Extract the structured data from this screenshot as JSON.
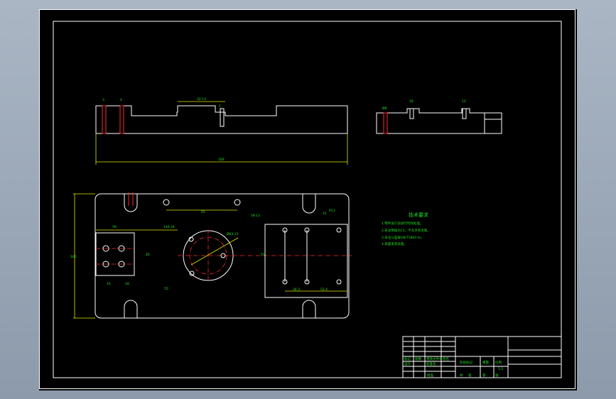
{
  "drawing": {
    "tech_title": "技术要求",
    "tech_notes": [
      "1.零件加工前进行时效处理。",
      "2.未注倒角为C1，不允许有毛刺。",
      "3.未注公差按GB/T1804-m。",
      "4.表面发黑处理。"
    ],
    "dims": {
      "overall_length": "356",
      "overall_height": "160",
      "top_width": "32.13",
      "top_groove": "5",
      "bolt_spacing": "55",
      "circle_diameter": "Ø63.13",
      "circle_offset": "58.13",
      "center_x": "146.34",
      "block_w": "59",
      "block_h": "46",
      "hole_gap1": "14",
      "hole_gap2": "18",
      "left_height": "55",
      "bottom_len": "34.3",
      "bottom_len2": "52.4",
      "right_h": "55",
      "small1": "Ø8",
      "small2": "16",
      "r_dim": "R12",
      "r_dim2": "15",
      "t1": "3",
      "t2": "4",
      "depth": "12"
    }
  },
  "title_block": {
    "cells": [
      "标记",
      "处数",
      "分区",
      "更改文件号",
      "签名",
      "年月日",
      "设计",
      "标准化",
      "阶段标记",
      "重量",
      "比例",
      "审核",
      "工艺",
      "批准",
      "共",
      "张",
      "第",
      "张",
      "1:1"
    ]
  },
  "colors": {
    "background": "#000000",
    "outline": "#ffffff",
    "dimension": "#e6e600",
    "centerline": "#ff2a2a",
    "annotation": "#22e022",
    "hatch": "#2ec4c4"
  }
}
